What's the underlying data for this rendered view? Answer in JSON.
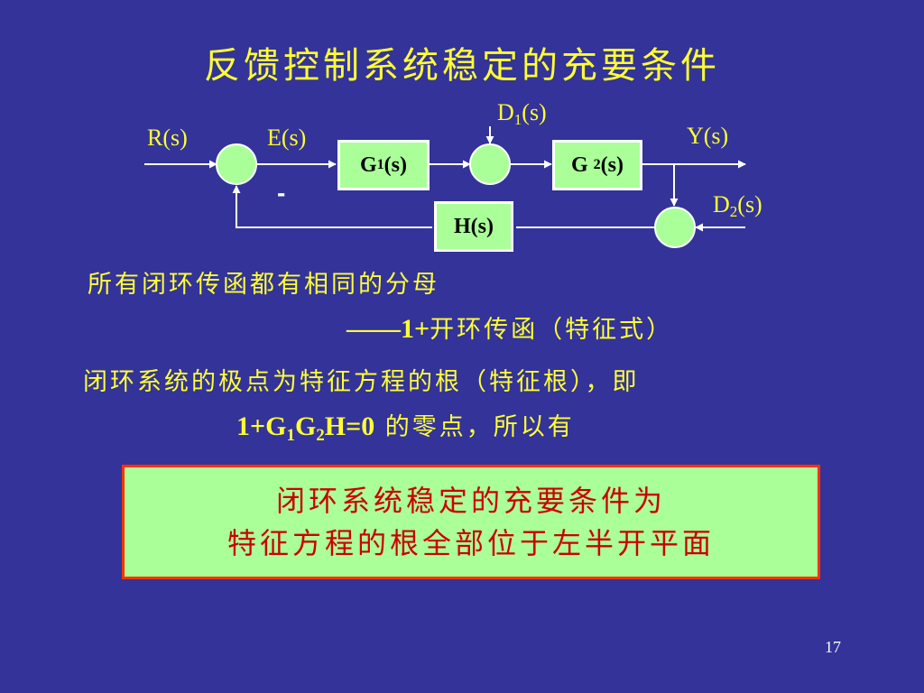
{
  "title": "反馈控制系统稳定的充要条件",
  "diagram": {
    "labels": {
      "r": "R(s)",
      "e": "E(s)",
      "y": "Y(s)",
      "d1_main": "D",
      "d1_sub": "1",
      "d1_tail": "(s)",
      "d2_main": "D",
      "d2_sub": "2",
      "d2_tail": "(s)",
      "minus": "-"
    },
    "blocks": {
      "g1_main": "G",
      "g1_sub": "1",
      "g1_tail": "(s)",
      "g2_main": "G ",
      "g2_sub": "2",
      "g2_tail": "(s)",
      "h": "H(s)"
    }
  },
  "statement1": {
    "line1": "所有闭环传函都有相同的分母",
    "dash": "——",
    "expr": "1+",
    "rest": "开环传函（特征式）"
  },
  "statement2": {
    "line1": "闭环系统的极点为特征方程的根（特征根），即",
    "eq_a": "1+G",
    "eq_sub1": "1",
    "eq_b": "G",
    "eq_sub2": "2",
    "eq_c": "H=0",
    "rest": " 的零点，所以有"
  },
  "conclusion": {
    "line1": "闭环系统稳定的充要条件为",
    "line2": "特征方程的根全部位于左半开平面"
  },
  "page_number": "17",
  "colors": {
    "background": "#33339a",
    "text": "#ffff33",
    "block_fill": "#aaff99",
    "box_border": "#ff3300",
    "conclusion_text": "#cc0000"
  }
}
